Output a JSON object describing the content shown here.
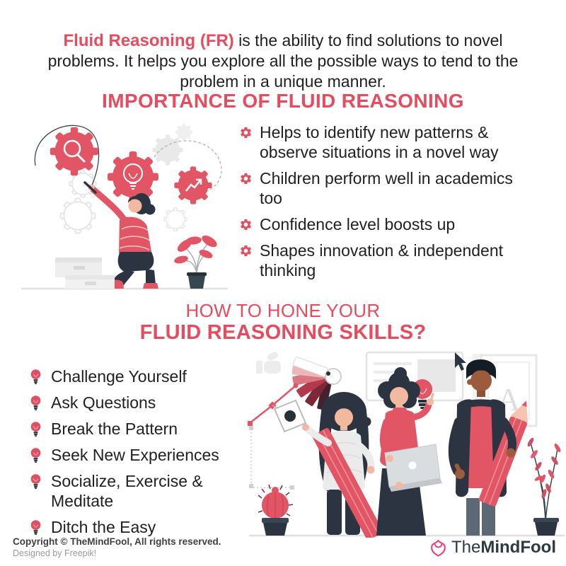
{
  "intro": {
    "highlight": "Fluid Reasoning (FR)",
    "rest": " is the ability to find solutions to novel problems. It helps you explore all the possible ways to tend to the problem in a unique manner."
  },
  "importance": {
    "heading": "IMPORTANCE OF FLUID REASONING",
    "bullet_icon": "gear-icon",
    "items": [
      {
        "text": "Helps to identify new patterns & observe situations in a novel way"
      },
      {
        "text": "Children perform well in academics too"
      },
      {
        "text": "Confidence level boosts up"
      },
      {
        "text": "Shapes innovation & independent thinking"
      }
    ]
  },
  "hone": {
    "heading_line1": "HOW TO HONE YOUR",
    "heading_line2": "FLUID REASONING SKILLS?",
    "bullet_icon": "lightbulb-icon",
    "items": [
      {
        "text": "Challenge Yourself"
      },
      {
        "text": "Ask Questions"
      },
      {
        "text": "Break the Pattern"
      },
      {
        "text": "Seek New Experiences"
      },
      {
        "text": "Socialize, Exercise & Meditate"
      },
      {
        "text": "Ditch the Easy"
      }
    ]
  },
  "illustrations": {
    "woman_gears": {
      "description": "woman drawing red gears with magnifier, lightbulb and growth-chart symbols"
    },
    "team": {
      "description": "three creatives with giant red pencils, laptop and idea bulb",
      "frame_letter": "A"
    }
  },
  "footer": {
    "copyright": "Copyright © TheMindFool, All rights reserved.",
    "designed_by": "Designed by Freepik!",
    "logo_icon": "tulip-icon",
    "logo_prefix": "The",
    "logo_suffix": "MindFool"
  },
  "colors": {
    "accent_red": "#e94b5e",
    "illustration_red": "#e25565",
    "dark_navy": "#2b3440",
    "logo_pink": "#ee3d7d",
    "body_text": "#202124"
  }
}
